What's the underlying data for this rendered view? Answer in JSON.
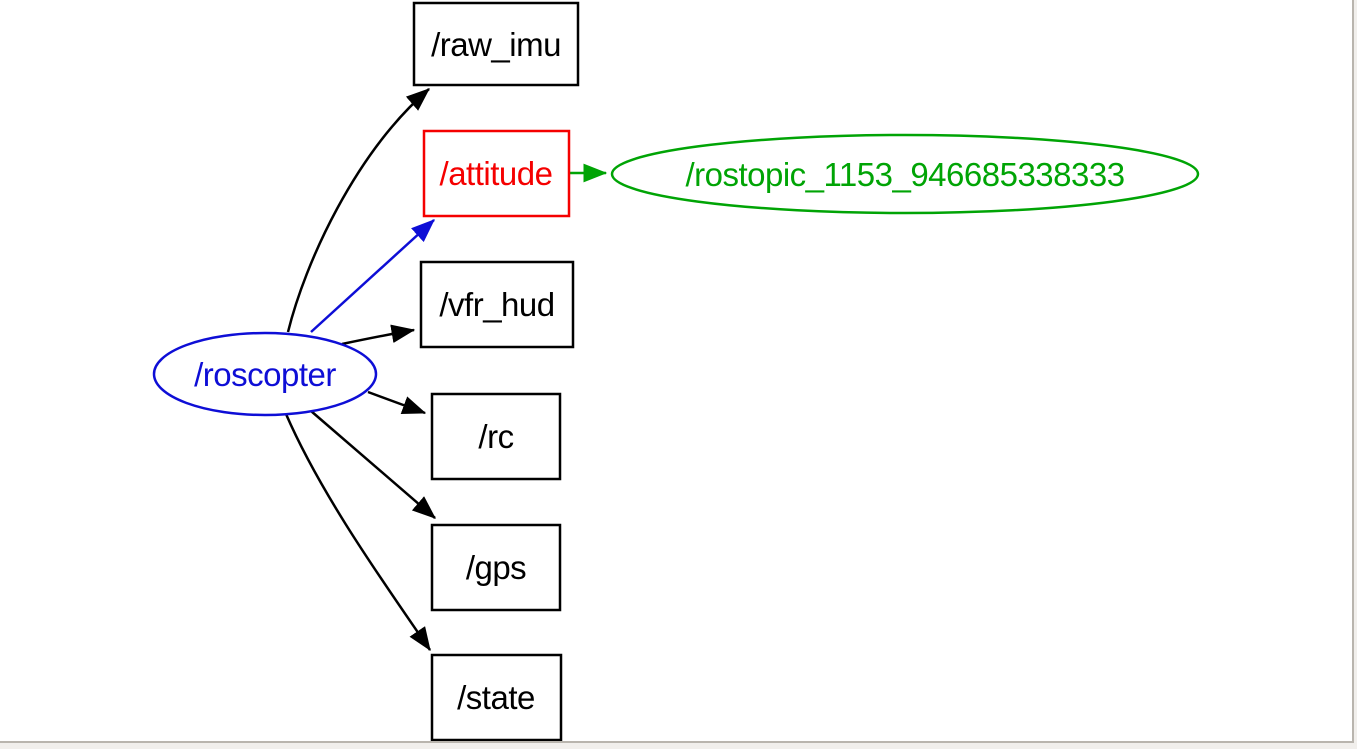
{
  "diagram": {
    "kind": "ros-node-graph",
    "nodes": {
      "roscopter": {
        "label": "/roscopter",
        "shape": "ellipse",
        "color": "#0e0ed6"
      },
      "raw_imu": {
        "label": "/raw_imu",
        "shape": "box",
        "color": "#000000"
      },
      "attitude": {
        "label": "/attitude",
        "shape": "box",
        "color": "#f50000"
      },
      "vfr_hud": {
        "label": "/vfr_hud",
        "shape": "box",
        "color": "#000000"
      },
      "rc": {
        "label": "/rc",
        "shape": "box",
        "color": "#000000"
      },
      "gps": {
        "label": "/gps",
        "shape": "box",
        "color": "#000000"
      },
      "state": {
        "label": "/state",
        "shape": "box",
        "color": "#000000"
      },
      "rostopic": {
        "label": "/rostopic_1153_946685338333",
        "shape": "ellipse",
        "color": "#00a405"
      }
    },
    "edges": [
      {
        "from": "/roscopter",
        "to": "/raw_imu",
        "color": "#000000"
      },
      {
        "from": "/roscopter",
        "to": "/attitude",
        "color": "#0e0ed6"
      },
      {
        "from": "/roscopter",
        "to": "/vfr_hud",
        "color": "#000000"
      },
      {
        "from": "/roscopter",
        "to": "/rc",
        "color": "#000000"
      },
      {
        "from": "/roscopter",
        "to": "/gps",
        "color": "#000000"
      },
      {
        "from": "/roscopter",
        "to": "/state",
        "color": "#000000"
      },
      {
        "from": "/attitude",
        "to": "/rostopic_1153_946685338333",
        "color": "#00a405"
      }
    ],
    "colors": {
      "highlight_blue": "#0e0ed6",
      "highlight_red": "#f50000",
      "highlight_green": "#00a405",
      "default_black": "#000000",
      "canvas_background": "#ffffff",
      "frame_border": "#b9b5ae"
    }
  }
}
